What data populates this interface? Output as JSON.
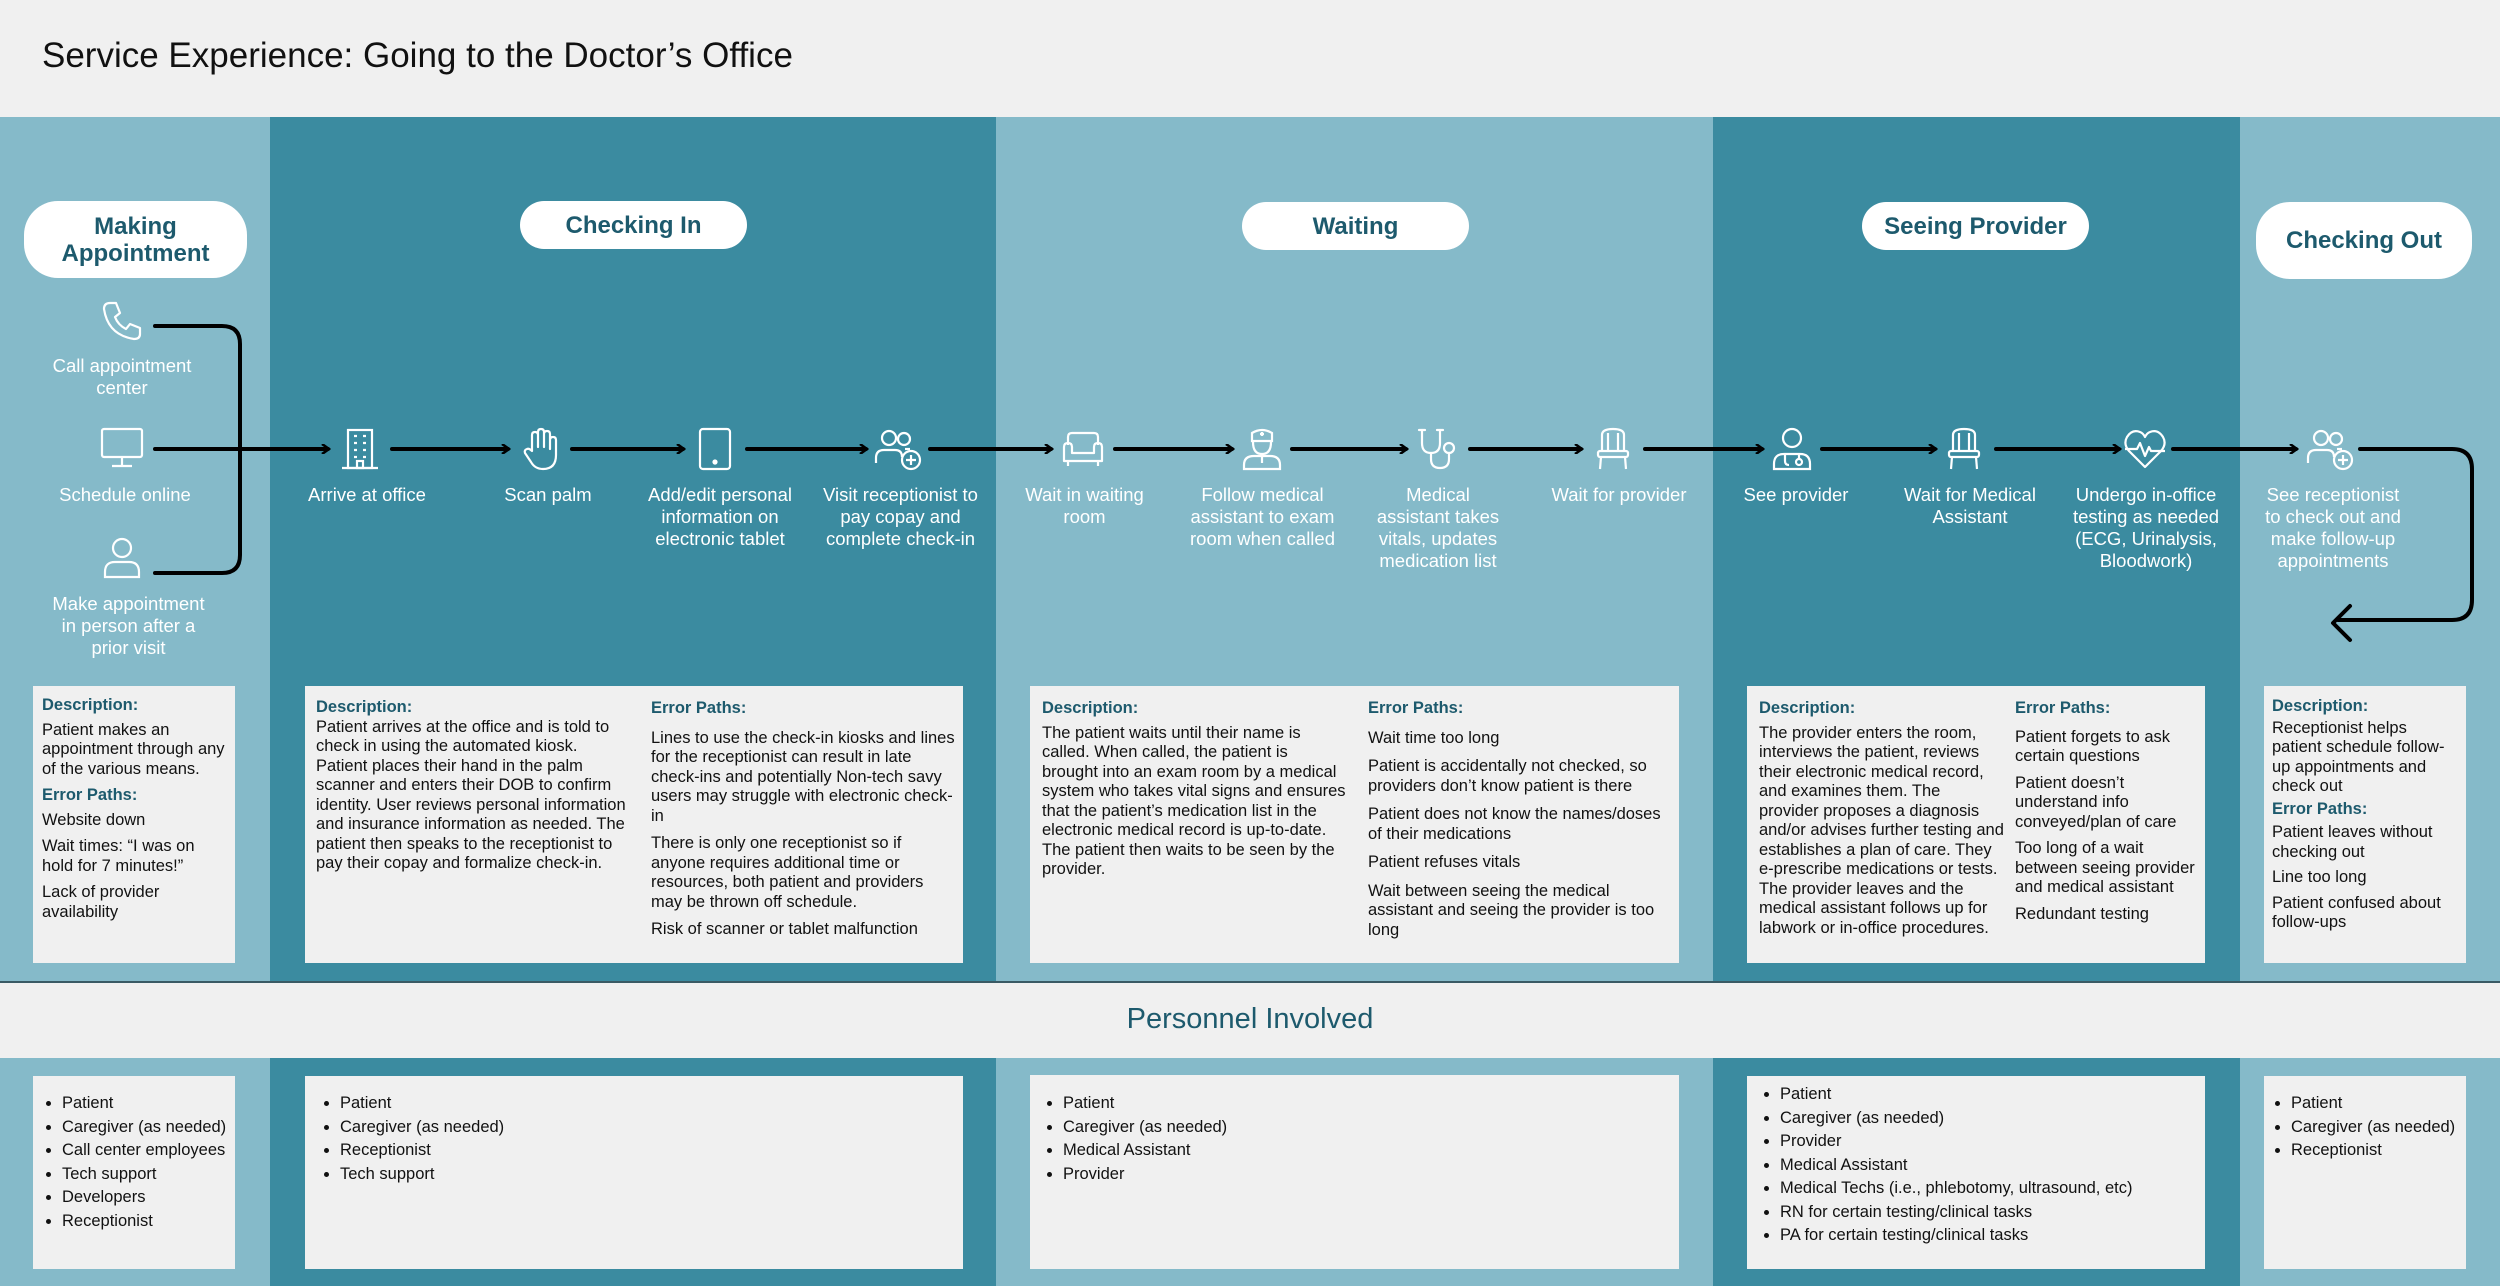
{
  "title": "Service Experience: Going to the Doctor’s Office",
  "personnel_title": "Personnel Involved",
  "stages": {
    "making": {
      "label": "Making Appointment",
      "steps": [
        {
          "label": "Call appointment center",
          "icon": "phone-icon"
        },
        {
          "label": "Schedule online",
          "icon": "monitor-icon"
        },
        {
          "label": "Make appointment in person after a prior visit",
          "icon": "person-icon"
        }
      ],
      "description_heading": "Description:",
      "description": "Patient makes an appointment through any of the various means.",
      "error_heading": "Error Paths:",
      "errors": [
        "Website down",
        "Wait times: “I was on hold for 7 minutes!”",
        "Lack of provider availability"
      ],
      "personnel": [
        "Patient",
        "Caregiver (as needed)",
        "Call center employees",
        "Tech support",
        "Developers",
        "Receptionist"
      ]
    },
    "checkin": {
      "label": "Checking In",
      "steps": [
        {
          "label": "Arrive at office",
          "icon": "building-icon"
        },
        {
          "label": "Scan palm",
          "icon": "hand-icon"
        },
        {
          "label": "Add/edit personal information on electronic tablet",
          "icon": "tablet-icon"
        },
        {
          "label": "Visit receptionist to pay copay and complete check-in",
          "icon": "people-plus-icon"
        }
      ],
      "description_heading": "Description:",
      "description": "Patient arrives at the office and is told to check in using the automated kiosk. Patient places their hand in the palm scanner and enters their DOB to confirm identity. User reviews personal information and insurance information as needed. The patient then speaks to the receptionist to pay their copay and formalize check-in.",
      "error_heading": "Error Paths:",
      "errors": [
        "Lines to use the check-in kiosks and lines for the receptionist can result in late check-ins and potentially Non-tech savy users may struggle with electronic check-in",
        "There is only one receptionist so if anyone requires additional time or resources, both patient and providers may be thrown off schedule.",
        "Risk of scanner or tablet malfunction"
      ],
      "personnel": [
        "Patient",
        "Caregiver (as needed)",
        "Receptionist",
        "Tech support"
      ]
    },
    "waiting": {
      "label": "Waiting",
      "steps": [
        {
          "label": "Wait in waiting room",
          "icon": "sofa-icon"
        },
        {
          "label": "Follow medical assistant to exam room when called",
          "icon": "nurse-icon"
        },
        {
          "label": "Medical assistant takes vitals, updates medication list",
          "icon": "stethoscope-icon"
        },
        {
          "label": "Wait for provider",
          "icon": "chair-icon"
        }
      ],
      "description_heading": "Description:",
      "description": "The patient waits until their name is called. When called, the patient is brought into an exam room by a medical system who takes vital signs and ensures that the patient’s medication list in the electronic medical record is up-to-date. The patient then waits to be seen by the provider.",
      "error_heading": "Error Paths:",
      "errors": [
        "Wait time too long",
        "Patient is accidentally not checked, so providers don’t know patient is there",
        "Patient does not know the names/doses of their medications",
        "Patient refuses vitals",
        "Wait between seeing the medical assistant and seeing the provider is too long"
      ],
      "personnel": [
        "Patient",
        "Caregiver (as needed)",
        "Medical Assistant",
        "Provider"
      ]
    },
    "seeing": {
      "label": "Seeing Provider",
      "steps": [
        {
          "label": "See provider",
          "icon": "doctor-icon"
        },
        {
          "label": "Wait for Medical Assistant",
          "icon": "chair-icon"
        },
        {
          "label": "Undergo in-office testing as needed (ECG, Urinalysis, Bloodwork)",
          "icon": "heartbeat-icon"
        }
      ],
      "description_heading": "Description:",
      "description": "The provider enters the room, interviews the patient, reviews their electronic medical record, and examines them. The provider proposes a diagnosis and/or advises further testing and establishes a plan of care. They e-prescribe medications or tests. The provider leaves and the medical assistant follows up for labwork or in-office procedures.",
      "error_heading": "Error Paths:",
      "errors": [
        "Patient forgets to ask certain questions",
        "Patient doesn’t understand info conveyed/plan of care",
        "Too long of a wait between seeing provider and medical assistant",
        "Redundant testing"
      ],
      "personnel": [
        "Patient",
        "Caregiver (as needed)",
        "Provider",
        "Medical Assistant",
        "Medical Techs (i.e., phlebotomy, ultrasound, etc)",
        "RN for certain testing/clinical tasks",
        "PA for certain testing/clinical tasks"
      ]
    },
    "checkout": {
      "label": "Checking Out",
      "steps": [
        {
          "label": "See receptionist to check out and make follow-up appointments",
          "icon": "people-plus-icon"
        }
      ],
      "description_heading": "Description:",
      "description": "Receptionist helps patient schedule follow-up appointments and check out",
      "error_heading": "Error Paths:",
      "errors": [
        "Patient leaves without checking out",
        "Line too long",
        "Patient confused about follow-ups"
      ],
      "personnel": [
        "Patient",
        "Caregiver (as needed)",
        "Receptionist"
      ]
    }
  }
}
